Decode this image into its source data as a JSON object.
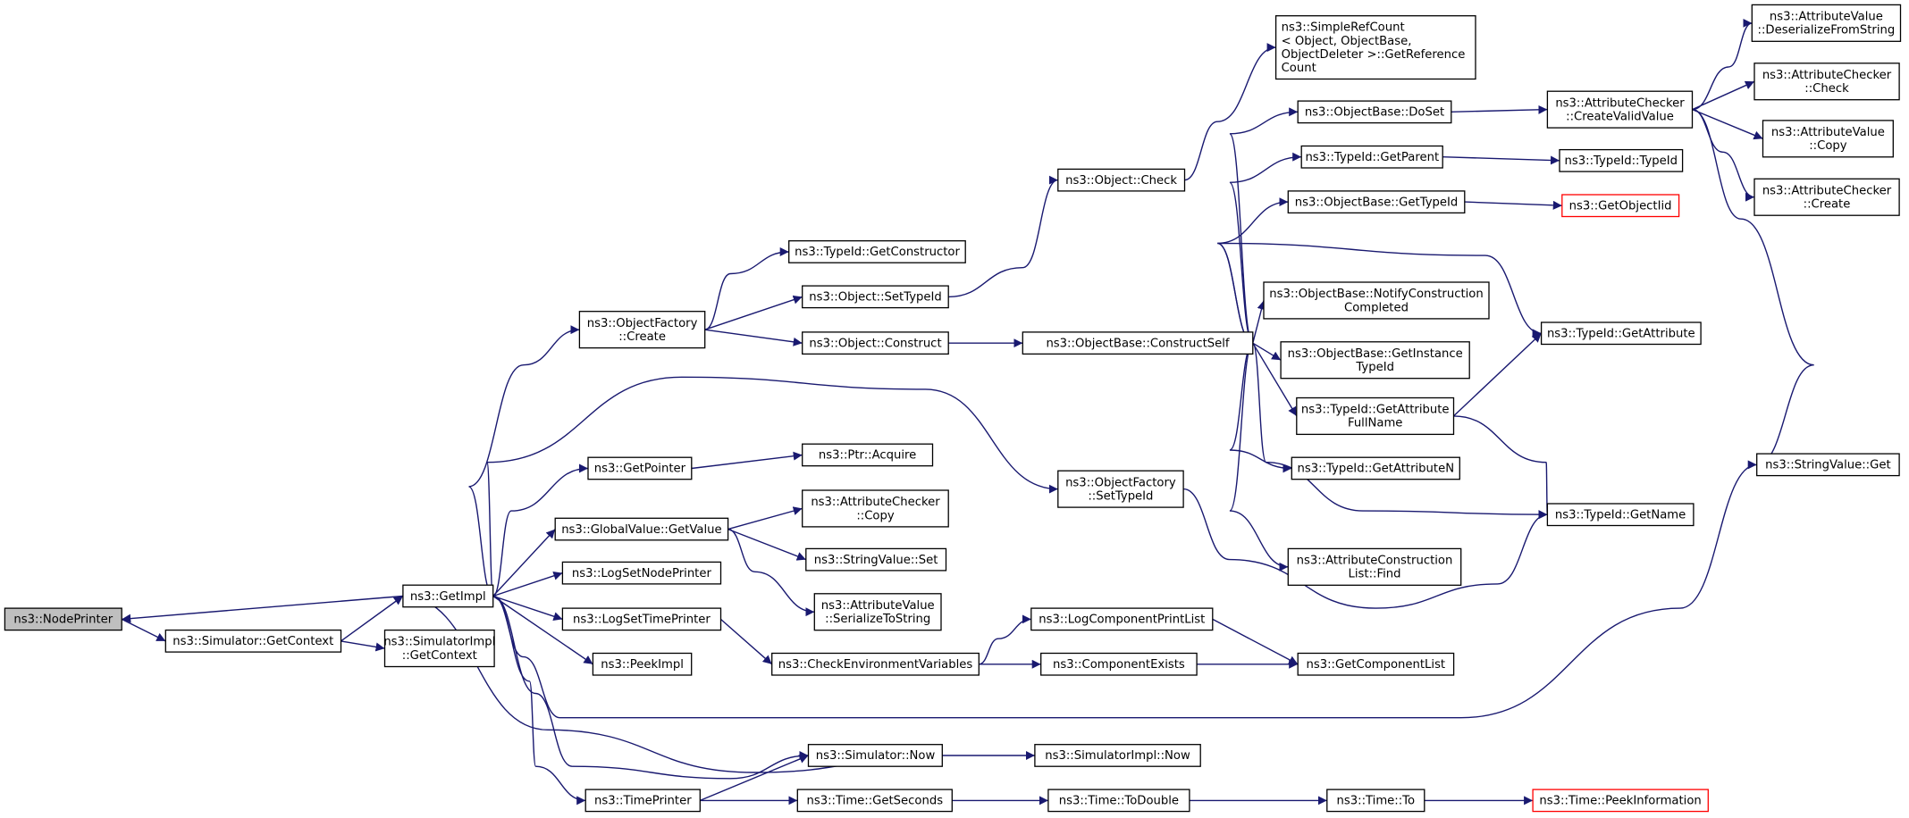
{
  "colors": {
    "edge": "#191970",
    "root_fill": "#bfbfbf",
    "node_border": "#000000",
    "undocumented_border": "#ff0000"
  },
  "nodes": {
    "nodeprinter": {
      "label": [
        "ns3::NodePrinter"
      ],
      "root": true
    },
    "sim_getcontext": {
      "label": [
        "ns3::Simulator::GetContext"
      ]
    },
    "getimpl": {
      "label": [
        "ns3::GetImpl"
      ]
    },
    "simimpl_getcontext": {
      "label": [
        "ns3::SimulatorImpl",
        "::GetContext"
      ]
    },
    "objfactory_create": {
      "label": [
        "ns3::ObjectFactory",
        "::Create"
      ]
    },
    "getpointer": {
      "label": [
        "ns3::GetPointer"
      ]
    },
    "globalvalue_getvalue": {
      "label": [
        "ns3::GlobalValue::GetValue"
      ]
    },
    "logsetnodeprinter": {
      "label": [
        "ns3::LogSetNodePrinter"
      ]
    },
    "logsettimeprinter": {
      "label": [
        "ns3::LogSetTimePrinter"
      ]
    },
    "peekimpl": {
      "label": [
        "ns3::PeekImpl"
      ]
    },
    "timeprinter": {
      "label": [
        "ns3::TimePrinter"
      ]
    },
    "typeid_getconstructor": {
      "label": [
        "ns3::TypeId::GetConstructor"
      ]
    },
    "object_settypeid": {
      "label": [
        "ns3::Object::SetTypeId"
      ]
    },
    "object_construct": {
      "label": [
        "ns3::Object::Construct"
      ]
    },
    "ptr_acquire": {
      "label": [
        "ns3::Ptr::Acquire"
      ]
    },
    "attrchecker_copy": {
      "label": [
        "ns3::AttributeChecker",
        "::Copy"
      ]
    },
    "stringvalue_set": {
      "label": [
        "ns3::StringValue::Set"
      ]
    },
    "attrvalue_serialize": {
      "label": [
        "ns3::AttributeValue",
        "::SerializeToString"
      ]
    },
    "checkenvvars": {
      "label": [
        "ns3::CheckEnvironmentVariables"
      ]
    },
    "sim_now": {
      "label": [
        "ns3::Simulator::Now"
      ]
    },
    "time_getseconds": {
      "label": [
        "ns3::Time::GetSeconds"
      ]
    },
    "object_check": {
      "label": [
        "ns3::Object::Check"
      ]
    },
    "objbase_constructself": {
      "label": [
        "ns3::ObjectBase::ConstructSelf"
      ]
    },
    "objfactory_settypeid": {
      "label": [
        "ns3::ObjectFactory",
        "::SetTypeId"
      ]
    },
    "logcomponentprintlist": {
      "label": [
        "ns3::LogComponentPrintList"
      ]
    },
    "componentexists": {
      "label": [
        "ns3::ComponentExists"
      ]
    },
    "simimpl_now": {
      "label": [
        "ns3::SimulatorImpl::Now"
      ]
    },
    "time_todouble": {
      "label": [
        "ns3::Time::ToDouble"
      ]
    },
    "simplerefcount": {
      "label": [
        "ns3::SimpleRefCount",
        "< Object, ObjectBase,",
        "ObjectDeleter >::GetReference",
        "Count"
      ]
    },
    "objbase_doset": {
      "label": [
        "ns3::ObjectBase::DoSet"
      ]
    },
    "typeid_getparent": {
      "label": [
        "ns3::TypeId::GetParent"
      ]
    },
    "objbase_gettypeid": {
      "label": [
        "ns3::ObjectBase::GetTypeId"
      ]
    },
    "objbase_notify": {
      "label": [
        "ns3::ObjectBase::NotifyConstruction",
        "Completed"
      ]
    },
    "objbase_getinstance": {
      "label": [
        "ns3::ObjectBase::GetInstance",
        "TypeId"
      ]
    },
    "typeid_getattrfullname": {
      "label": [
        "ns3::TypeId::GetAttribute",
        "FullName"
      ]
    },
    "typeid_getattrn": {
      "label": [
        "ns3::TypeId::GetAttributeN"
      ]
    },
    "attrconstruction_find": {
      "label": [
        "ns3::AttributeConstruction",
        "List::Find"
      ]
    },
    "getcomponentlist": {
      "label": [
        "ns3::GetComponentList"
      ]
    },
    "time_to": {
      "label": [
        "ns3::Time::To"
      ]
    },
    "attrchecker_createvalid": {
      "label": [
        "ns3::AttributeChecker",
        "::CreateValidValue"
      ]
    },
    "typeid_typeid": {
      "label": [
        "ns3::TypeId::TypeId"
      ]
    },
    "getobjectiid": {
      "label": [
        "ns3::GetObjectIid"
      ],
      "undocumented": true
    },
    "typeid_getattribute": {
      "label": [
        "ns3::TypeId::GetAttribute"
      ]
    },
    "typeid_getname": {
      "label": [
        "ns3::TypeId::GetName"
      ]
    },
    "time_peekinformation": {
      "label": [
        "ns3::Time::PeekInformation"
      ],
      "undocumented": true
    },
    "attrvalue_deserialize": {
      "label": [
        "ns3::AttributeValue",
        "::DeserializeFromString"
      ]
    },
    "attrchecker_check": {
      "label": [
        "ns3::AttributeChecker",
        "::Check"
      ]
    },
    "attrvalue_copy": {
      "label": [
        "ns3::AttributeValue",
        "::Copy"
      ]
    },
    "attrchecker_create": {
      "label": [
        "ns3::AttributeChecker",
        "::Create"
      ]
    },
    "stringvalue_get": {
      "label": [
        "ns3::StringValue::Get"
      ]
    }
  }
}
